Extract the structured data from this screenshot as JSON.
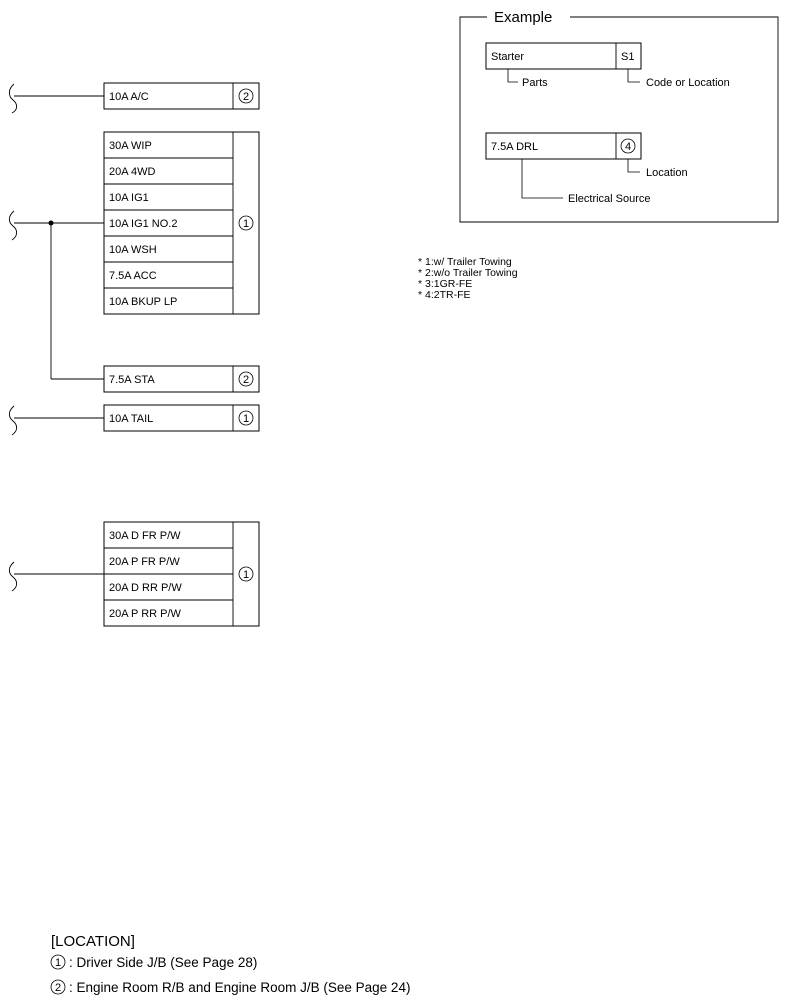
{
  "fuse_groups": [
    {
      "location": "2",
      "fuses": [
        "10A A/C"
      ]
    },
    {
      "location": "1",
      "fuses": [
        "30A WIP",
        "20A 4WD",
        "10A IG1",
        "10A IG1 NO.2",
        "10A WSH",
        "7.5A ACC",
        "10A BKUP LP"
      ]
    },
    {
      "location": "2",
      "fuses": [
        "7.5A STA"
      ]
    },
    {
      "location": "1",
      "fuses": [
        "10A TAIL"
      ]
    },
    {
      "location": "1",
      "fuses": [
        "30A D FR P/W",
        "20A P FR P/W",
        "20A D RR P/W",
        "20A P RR P/W"
      ]
    }
  ],
  "example": {
    "title": "Example",
    "part_name": "Starter",
    "part_code": "S1",
    "parts_label": "Parts",
    "code_label": "Code or Location",
    "source_name": "7.5A DRL",
    "source_location": "4",
    "location_label": "Location",
    "source_label": "Electrical Source"
  },
  "notes": [
    "* 1:w/ Trailer Towing",
    "* 2:w/o Trailer Towing",
    "* 3:1GR-FE",
    "* 4:2TR-FE"
  ],
  "location_legend": {
    "title": "[LOCATION]",
    "items": [
      {
        "num": "1",
        "text": ": Driver Side J/B (See Page 28)"
      },
      {
        "num": "2",
        "text": ": Engine Room R/B and Engine Room J/B (See Page 24)"
      }
    ]
  }
}
